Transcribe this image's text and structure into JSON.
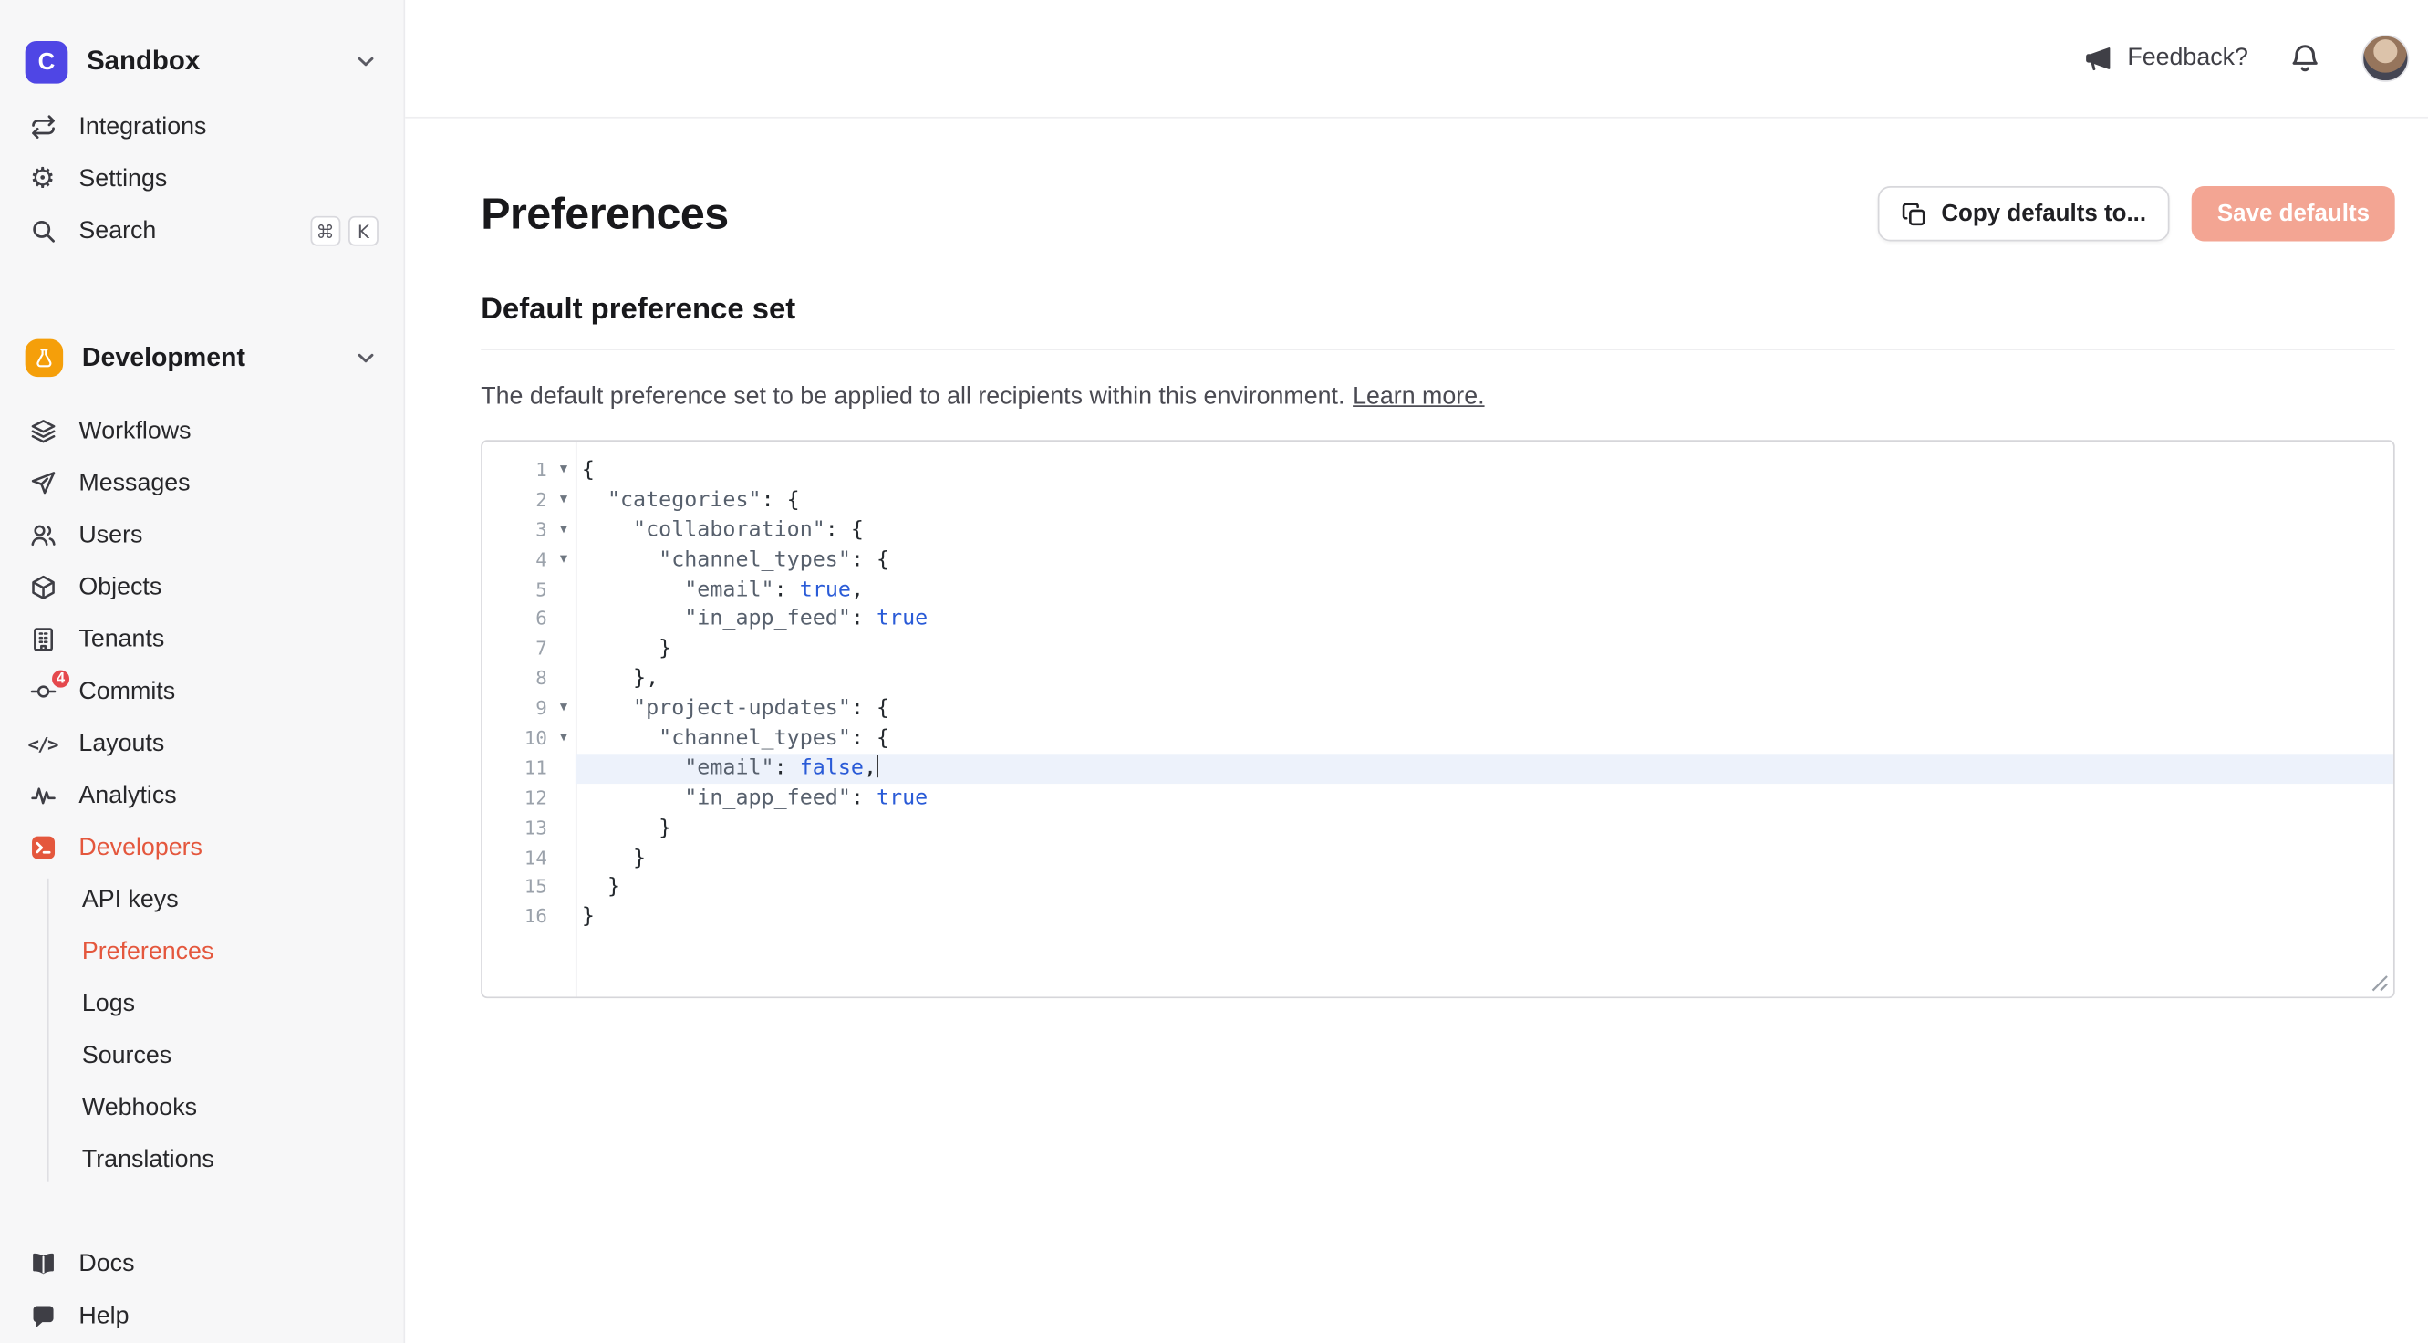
{
  "colors": {
    "accent": "#e4573d",
    "workspace_logo": "#4f46e5",
    "environment_icon": "#f59f0a",
    "save_button_bg": "#f3a593",
    "commits_badge_bg": "#e5484d",
    "active_line_bg": "#edf2fb",
    "boolean_token": "#2a5bd7"
  },
  "sidebar": {
    "workspace": {
      "name": "Sandbox",
      "logo_letter": "C",
      "chevron": "chevron-down-icon"
    },
    "top_items": [
      {
        "label": "Integrations",
        "icon": "integrations-icon"
      },
      {
        "label": "Settings",
        "icon": "settings-icon",
        "glyph": "⚙"
      },
      {
        "label": "Search",
        "icon": "search-icon",
        "shortcut": [
          "⌘",
          "K"
        ]
      }
    ],
    "environment": {
      "label": "Development",
      "icon": "flask-icon"
    },
    "env_items": [
      {
        "label": "Workflows",
        "icon": "layers-icon"
      },
      {
        "label": "Messages",
        "icon": "paper-plane-icon"
      },
      {
        "label": "Users",
        "icon": "users-icon"
      },
      {
        "label": "Objects",
        "icon": "cube-icon"
      },
      {
        "label": "Tenants",
        "icon": "building-icon"
      },
      {
        "label": "Commits",
        "icon": "git-commit-icon",
        "badge": "4"
      },
      {
        "label": "Layouts",
        "icon": "code-brackets-icon",
        "glyph": "</>"
      },
      {
        "label": "Analytics",
        "icon": "pulse-icon"
      },
      {
        "label": "Developers",
        "icon": "terminal-icon",
        "active": true
      }
    ],
    "developer_subitems": [
      {
        "label": "API keys"
      },
      {
        "label": "Preferences",
        "active": true
      },
      {
        "label": "Logs"
      },
      {
        "label": "Sources"
      },
      {
        "label": "Webhooks"
      },
      {
        "label": "Translations"
      }
    ],
    "bottom_items": [
      {
        "label": "Docs",
        "icon": "book-icon"
      },
      {
        "label": "Help",
        "icon": "chat-bubble-icon"
      }
    ]
  },
  "header": {
    "feedback_label": "Feedback?"
  },
  "main": {
    "title": "Preferences",
    "copy_button": "Copy defaults to...",
    "save_button": "Save defaults",
    "section_title": "Default preference set",
    "description": "The default preference set to be applied to all recipients within this environment.",
    "learn_more": "Learn more."
  },
  "editor": {
    "active_line": 11,
    "cursor_line": 11,
    "fold_lines": [
      1,
      2,
      3,
      4,
      9,
      10
    ],
    "fold_glyph": "▾",
    "lines": [
      [
        {
          "t": "{",
          "c": "p"
        }
      ],
      [
        {
          "t": "  ",
          "c": "p"
        },
        {
          "t": "\"categories\"",
          "c": "k"
        },
        {
          "t": ": {",
          "c": "p"
        }
      ],
      [
        {
          "t": "    ",
          "c": "p"
        },
        {
          "t": "\"collaboration\"",
          "c": "k"
        },
        {
          "t": ": {",
          "c": "p"
        }
      ],
      [
        {
          "t": "      ",
          "c": "p"
        },
        {
          "t": "\"channel_types\"",
          "c": "k"
        },
        {
          "t": ": {",
          "c": "p"
        }
      ],
      [
        {
          "t": "        ",
          "c": "p"
        },
        {
          "t": "\"email\"",
          "c": "k"
        },
        {
          "t": ": ",
          "c": "p"
        },
        {
          "t": "true",
          "c": "b"
        },
        {
          "t": ",",
          "c": "p"
        }
      ],
      [
        {
          "t": "        ",
          "c": "p"
        },
        {
          "t": "\"in_app_feed\"",
          "c": "k"
        },
        {
          "t": ": ",
          "c": "p"
        },
        {
          "t": "true",
          "c": "b"
        }
      ],
      [
        {
          "t": "      }",
          "c": "p"
        }
      ],
      [
        {
          "t": "    },",
          "c": "p"
        }
      ],
      [
        {
          "t": "    ",
          "c": "p"
        },
        {
          "t": "\"project-updates\"",
          "c": "k"
        },
        {
          "t": ": {",
          "c": "p"
        }
      ],
      [
        {
          "t": "      ",
          "c": "p"
        },
        {
          "t": "\"channel_types\"",
          "c": "k"
        },
        {
          "t": ": {",
          "c": "p"
        }
      ],
      [
        {
          "t": "        ",
          "c": "p"
        },
        {
          "t": "\"email\"",
          "c": "k"
        },
        {
          "t": ": ",
          "c": "p"
        },
        {
          "t": "false",
          "c": "b"
        },
        {
          "t": ",",
          "c": "p"
        }
      ],
      [
        {
          "t": "        ",
          "c": "p"
        },
        {
          "t": "\"in_app_feed\"",
          "c": "k"
        },
        {
          "t": ": ",
          "c": "p"
        },
        {
          "t": "true",
          "c": "b"
        }
      ],
      [
        {
          "t": "      }",
          "c": "p"
        }
      ],
      [
        {
          "t": "    }",
          "c": "p"
        }
      ],
      [
        {
          "t": "  }",
          "c": "p"
        }
      ],
      [
        {
          "t": "}",
          "c": "p"
        }
      ]
    ]
  }
}
